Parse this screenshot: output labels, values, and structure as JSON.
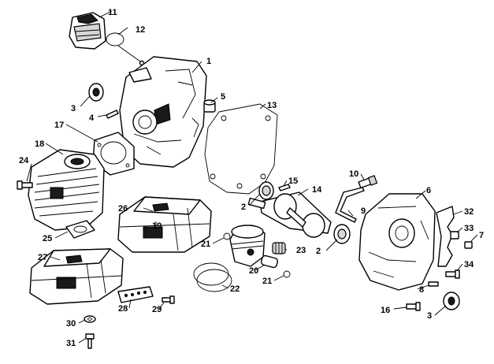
{
  "callouts": {
    "c1": "1",
    "c2a": "2",
    "c2b": "2",
    "c3a": "3",
    "c3b": "3",
    "c4": "4",
    "c5": "5",
    "c6": "6",
    "c7": "7",
    "c8": "8",
    "c9": "9",
    "c10": "10",
    "c11": "11",
    "c12": "12",
    "c13": "13",
    "c14": "14",
    "c15": "15",
    "c16": "16",
    "c17": "17",
    "c18": "18",
    "c19": "19",
    "c20": "20",
    "c21a": "21",
    "c21b": "21",
    "c22": "22",
    "c23": "23",
    "c24": "24",
    "c25": "25",
    "c26": "26",
    "c27": "27",
    "c28": "28",
    "c29": "29",
    "c30": "30",
    "c31": "31",
    "c32": "32",
    "c33": "33",
    "c34": "34"
  }
}
